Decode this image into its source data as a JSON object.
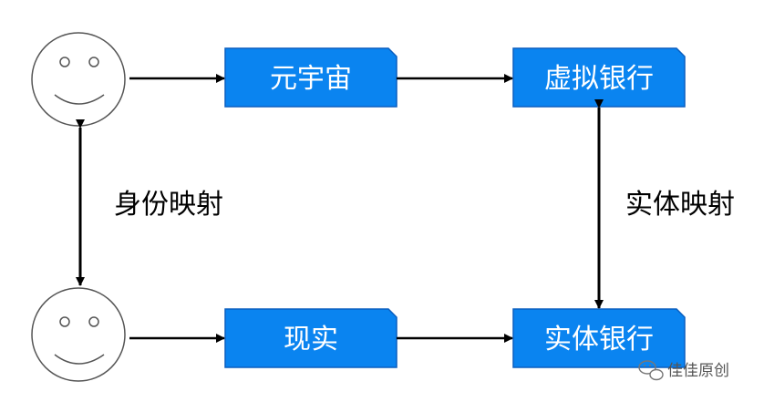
{
  "diagram": {
    "nodes": {
      "metaverse": {
        "label": "元宇宙"
      },
      "reality": {
        "label": "现实"
      },
      "virtual_bank": {
        "label": "虚拟银行"
      },
      "physical_bank": {
        "label": "实体银行"
      },
      "person_top": {
        "label": ""
      },
      "person_bottom": {
        "label": ""
      }
    },
    "edges": {
      "identity_mapping": {
        "label": "身份映射"
      },
      "entity_mapping": {
        "label": "实体映射"
      }
    },
    "colors": {
      "box_fill": "#0a84f0",
      "box_stroke": "#0b5fbf",
      "arrow": "#000000",
      "face_stroke": "#555555"
    }
  },
  "watermark": {
    "text": "佳佳原创",
    "icon": "wechat-icon"
  }
}
